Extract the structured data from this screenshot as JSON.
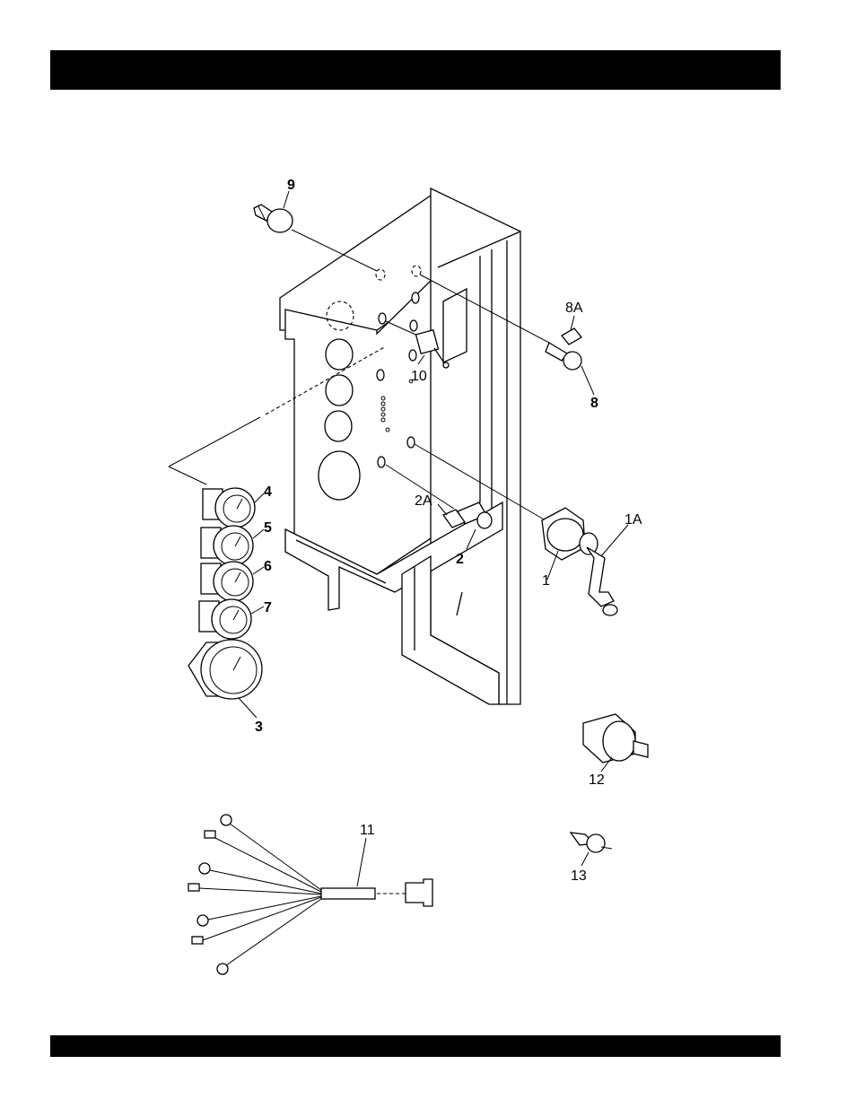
{
  "header": {
    "text": ""
  },
  "footer": {
    "text": ""
  },
  "callouts": {
    "c1": "1",
    "c1A": "1A",
    "c2": "2",
    "c2A": "2A",
    "c3": "3",
    "c4": "4",
    "c5": "5",
    "c6": "6",
    "c7": "7",
    "c8": "8",
    "c8A": "8A",
    "c9": "9",
    "c10": "10",
    "c11": "11",
    "c12": "12",
    "c13": "13"
  }
}
